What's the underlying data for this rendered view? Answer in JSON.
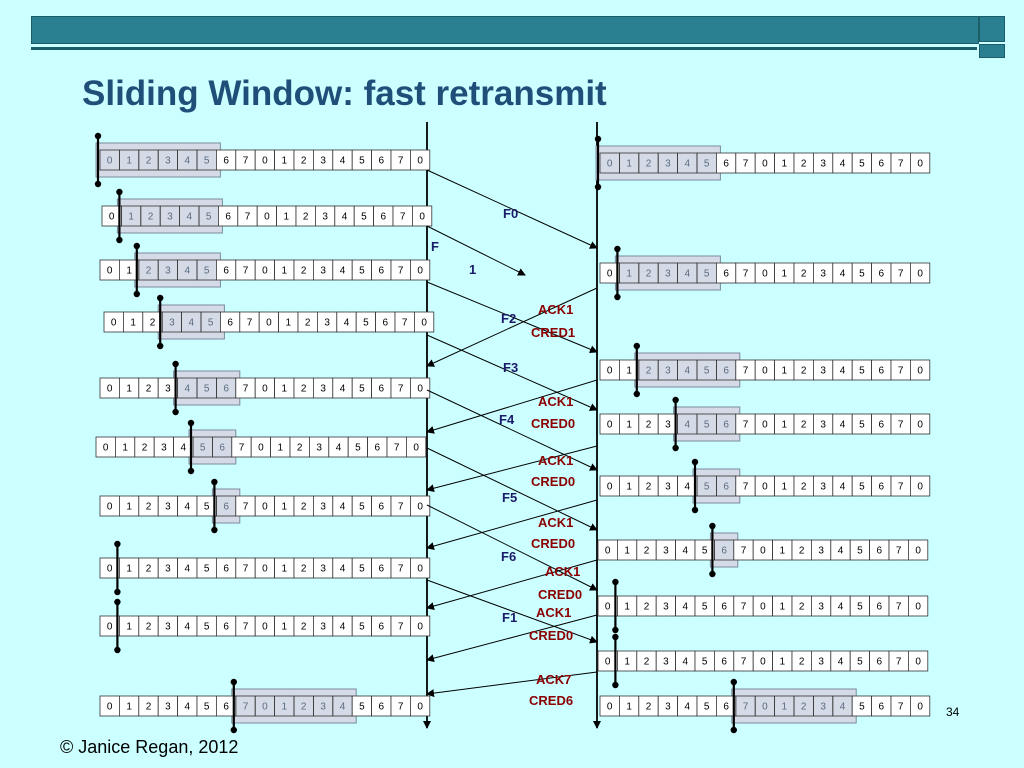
{
  "title": "Sliding Window: fast retransmit",
  "footer": "© Janice Regan, 2012",
  "page_number": "34",
  "sequence": [
    "0",
    "1",
    "2",
    "3",
    "4",
    "5",
    "6",
    "7",
    "0",
    "1",
    "2",
    "3",
    "4",
    "5",
    "6",
    "7",
    "0"
  ],
  "sender_rows": [
    {
      "window": [
        0,
        5
      ]
    },
    {
      "window": [
        1,
        5
      ]
    },
    {
      "window": [
        2,
        5
      ]
    },
    {
      "window": [
        3,
        5
      ]
    },
    {
      "window": [
        4,
        6
      ]
    },
    {
      "window": [
        5,
        6
      ]
    },
    {
      "window": [
        6,
        6
      ]
    },
    {
      "window": null
    },
    {
      "window": null
    },
    {
      "window": [
        7,
        12
      ]
    }
  ],
  "receiver_rows": [
    {
      "window": [
        0,
        5
      ]
    },
    {
      "window": [
        1,
        5
      ]
    },
    {
      "window": [
        2,
        6
      ]
    },
    {
      "window": [
        4,
        6
      ]
    },
    {
      "window": [
        5,
        6
      ]
    },
    {
      "window": [
        6,
        6
      ]
    },
    {
      "window": null
    },
    {
      "window": null
    },
    {
      "window": [
        7,
        12
      ]
    }
  ],
  "frame_labels": [
    "F0",
    "F",
    "1",
    "F2",
    "F3",
    "F4",
    "F5",
    "F6",
    "F1"
  ],
  "ack_labels": [
    {
      "ack": "ACK1",
      "cred": "CRED1"
    },
    {
      "ack": "ACK1",
      "cred": "CRED0"
    },
    {
      "ack": "ACK1",
      "cred": "CRED0"
    },
    {
      "ack": "ACK1",
      "cred": "CRED0"
    },
    {
      "ack": "ACK1",
      "cred": "CRED0"
    },
    {
      "ack": "ACK1",
      "cred": "CRED0"
    },
    {
      "ack": "ACK7",
      "cred": "CRED6"
    }
  ],
  "colors": {
    "window_fill": "#d4dbe6",
    "cell_fill": "#ffffff",
    "frame_text": "#1a1a6a",
    "ack_text": "#8b0000",
    "arrow": "#000000"
  }
}
